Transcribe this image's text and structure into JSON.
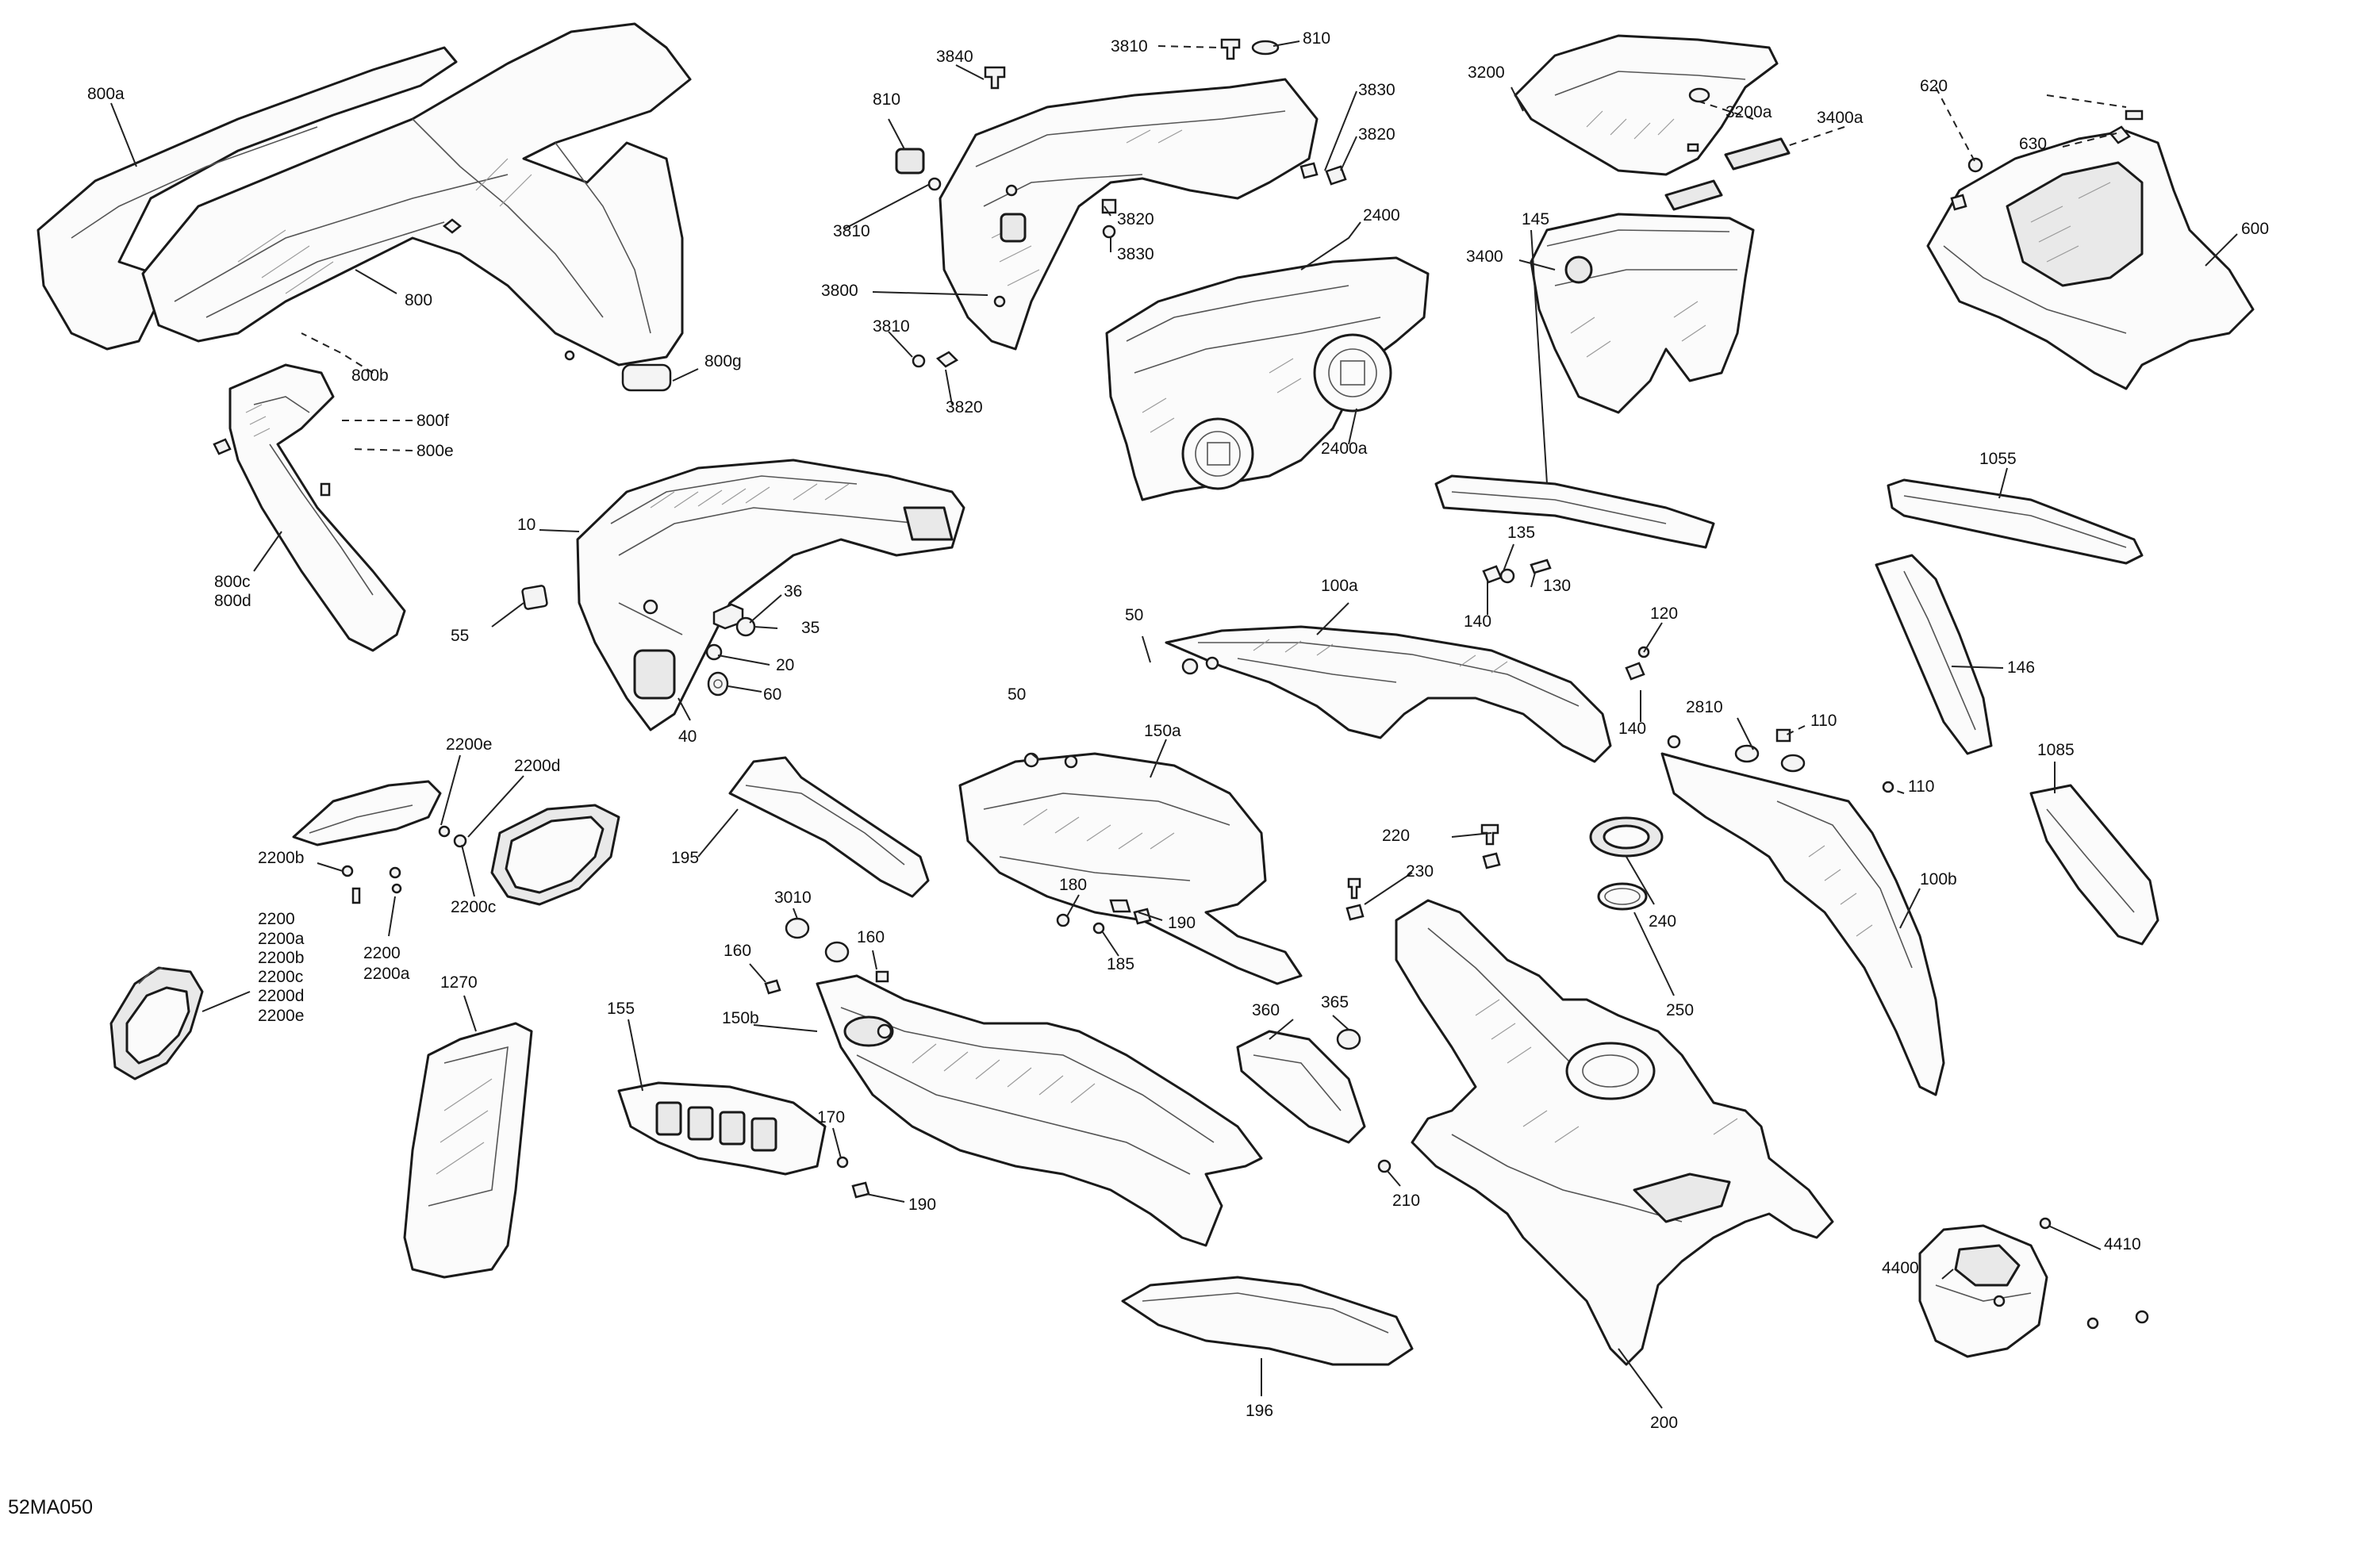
{
  "diagram": {
    "figure_code": "52MA050",
    "callouts": [
      "800a",
      "800",
      "800b",
      "800g",
      "800f",
      "800e",
      "800c",
      "800d",
      "3840",
      "3810",
      "810",
      "3830",
      "3820",
      "3800",
      "3810",
      "3820",
      "3810",
      "3820",
      "810",
      "3830",
      "3820",
      "2400",
      "2400a",
      "3200",
      "3200a",
      "3400a",
      "3400",
      "620",
      "630",
      "600",
      "10",
      "55",
      "36",
      "35",
      "20",
      "60",
      "40",
      "145",
      "135",
      "130",
      "140",
      "1055",
      "50",
      "100a",
      "120",
      "140",
      "146",
      "2810",
      "110",
      "110",
      "100b",
      "1085",
      "50",
      "150a",
      "195",
      "180",
      "190",
      "185",
      "2200e",
      "2200d",
      "2200b",
      "2200c",
      "2200",
      "2200a",
      "2200",
      "2200a",
      "2200b",
      "2200c",
      "2200d",
      "2200e",
      "1270",
      "155",
      "3010",
      "160",
      "160",
      "150b",
      "170",
      "190",
      "220",
      "230",
      "240",
      "250",
      "360",
      "365",
      "210",
      "200",
      "196",
      "4410",
      "4400"
    ]
  }
}
